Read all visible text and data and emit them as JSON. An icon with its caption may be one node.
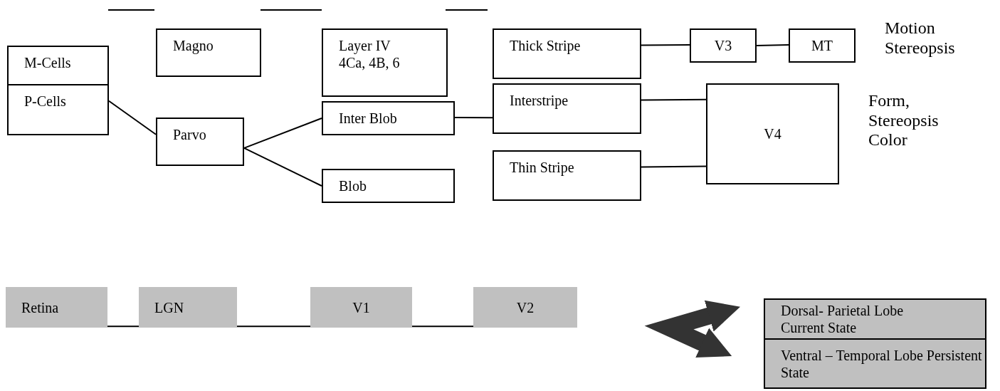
{
  "diagram": {
    "nodes": [
      {
        "text": [
          "M-Cells"
        ]
      },
      {
        "text": [
          "P-Cells"
        ]
      },
      {
        "text": [
          "Magno"
        ]
      },
      {
        "text": [
          "Layer IV 4Ca, 4B, 6"
        ]
      },
      {
        "text": [
          "Parvo"
        ]
      },
      {
        "text": [
          "Inter Blob"
        ]
      },
      {
        "text": [
          "Blob"
        ]
      },
      {
        "text": [
          "Thick Stripe"
        ]
      },
      {
        "text": [
          "Interstripe"
        ]
      },
      {
        "text": [
          "Thin Stripe"
        ]
      },
      {
        "text": [
          "V3"
        ]
      },
      {
        "text": [
          "MT"
        ],
        "beside": [
          "Motion Stereopsis"
        ]
      },
      {
        "text": [
          "V4"
        ],
        "beside": [
          "Form, Stereopsis Color"
        ]
      },
      {
        "text": [
          "Retina"
        ]
      },
      {
        "text": [
          "LGN"
        ]
      },
      {
        "text": [
          "V1"
        ]
      },
      {
        "text": [
          "V2"
        ]
      },
      {
        "text": [
          "Dorsal- Parietal Lobe Current State"
        ]
      },
      {
        "text": [
          "Ventral – Temporal Lobe Persistent State"
        ]
      }
    ],
    "edges": [
      {
        "from": 1,
        "to": 4,
        "arrow": "none"
      },
      {
        "from": 4,
        "to": 5,
        "arrow": "none"
      },
      {
        "from": 4,
        "to": 6,
        "arrow": "none"
      },
      {
        "from": 5,
        "to": 8,
        "arrow": "none"
      },
      {
        "from": 7,
        "to": 10,
        "arrow": "none"
      },
      {
        "from": 10,
        "to": 11,
        "arrow": "none"
      },
      {
        "from": 8,
        "to": 12,
        "arrow": "none"
      },
      {
        "from": 9,
        "to": 12,
        "arrow": "none"
      },
      {
        "from": 13,
        "to": 14,
        "arrow": "none"
      },
      {
        "from": 14,
        "to": 15,
        "arrow": "none"
      },
      {
        "from": 15,
        "to": 16,
        "arrow": "none"
      },
      {
        "from": 17,
        "to": 18,
        "arrow": "both",
        "style": "thick",
        "color": "#333333"
      }
    ]
  }
}
